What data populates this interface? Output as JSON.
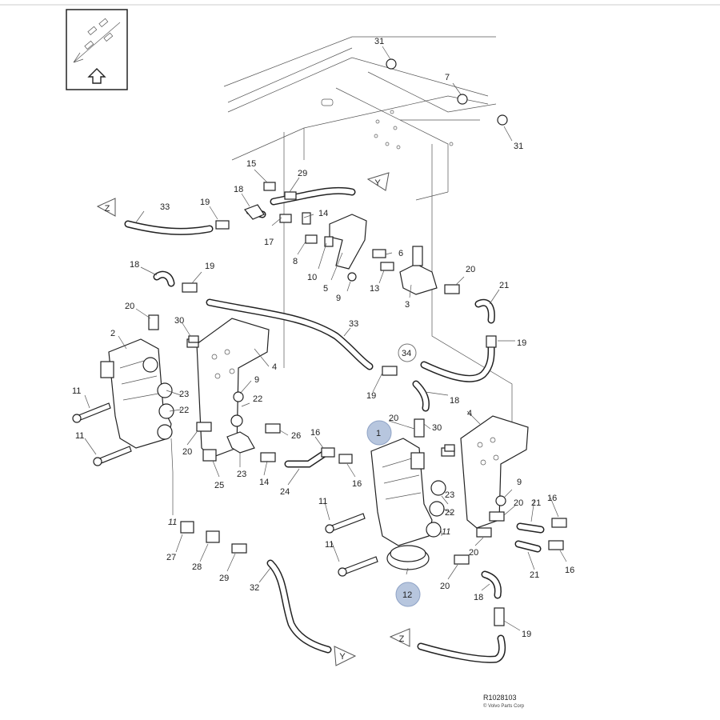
{
  "callouts": {
    "c31a": "31",
    "c7": "7",
    "c31b": "31",
    "c15": "15",
    "c29a": "29",
    "c18a": "18",
    "c19a": "19",
    "c33a": "33",
    "c14a": "14",
    "c17": "17",
    "c8": "8",
    "c10": "10",
    "c5": "5",
    "c9a": "9",
    "c6": "6",
    "c13": "13",
    "c3": "3",
    "c20a": "20",
    "c21a": "21",
    "c19b": "19",
    "c18b": "18",
    "c19c": "19",
    "c20b": "20",
    "c30a": "30",
    "c2": "2",
    "c4a": "4",
    "c33b": "33",
    "c34": "34",
    "c19d": "19",
    "c18c": "18",
    "c9b": "9",
    "c22a": "22",
    "c23a": "23",
    "c22b": "22",
    "c11a": "11",
    "c11b": "11",
    "c26": "26",
    "c16a": "16",
    "c20c": "20",
    "c23b": "23",
    "c25": "25",
    "c14b": "14",
    "c24": "24",
    "c16b": "16",
    "c20d": "20",
    "c30b": "30",
    "c4b": "4",
    "c1": "1",
    "c11c": "11",
    "c11d": "11",
    "c9c": "9",
    "c20e": "20",
    "c21b": "21",
    "c16c": "16",
    "c23c": "23",
    "c22c": "22",
    "c20f": "20",
    "c21c": "21",
    "c16d": "16",
    "c12": "12",
    "c20g": "20",
    "c18d": "18",
    "c19e": "19",
    "c27": "27",
    "c28": "28",
    "c29b": "29",
    "c32": "32",
    "c11e": "11",
    "c11f": "11"
  },
  "markers": {
    "z1": "Z",
    "y1": "Y",
    "z2": "Z",
    "y2": "Y"
  },
  "highlighted_callouts": [
    "1",
    "12"
  ],
  "circled_callouts": [
    "34"
  ],
  "icons": [
    "arrow-up-icon",
    "orientation-arrow-icon"
  ],
  "colors": {
    "highlight": "#b7c6de",
    "line": "#222222"
  },
  "footer": {
    "code": "R1028103",
    "copyright": "© Volvo Parts Corp"
  }
}
